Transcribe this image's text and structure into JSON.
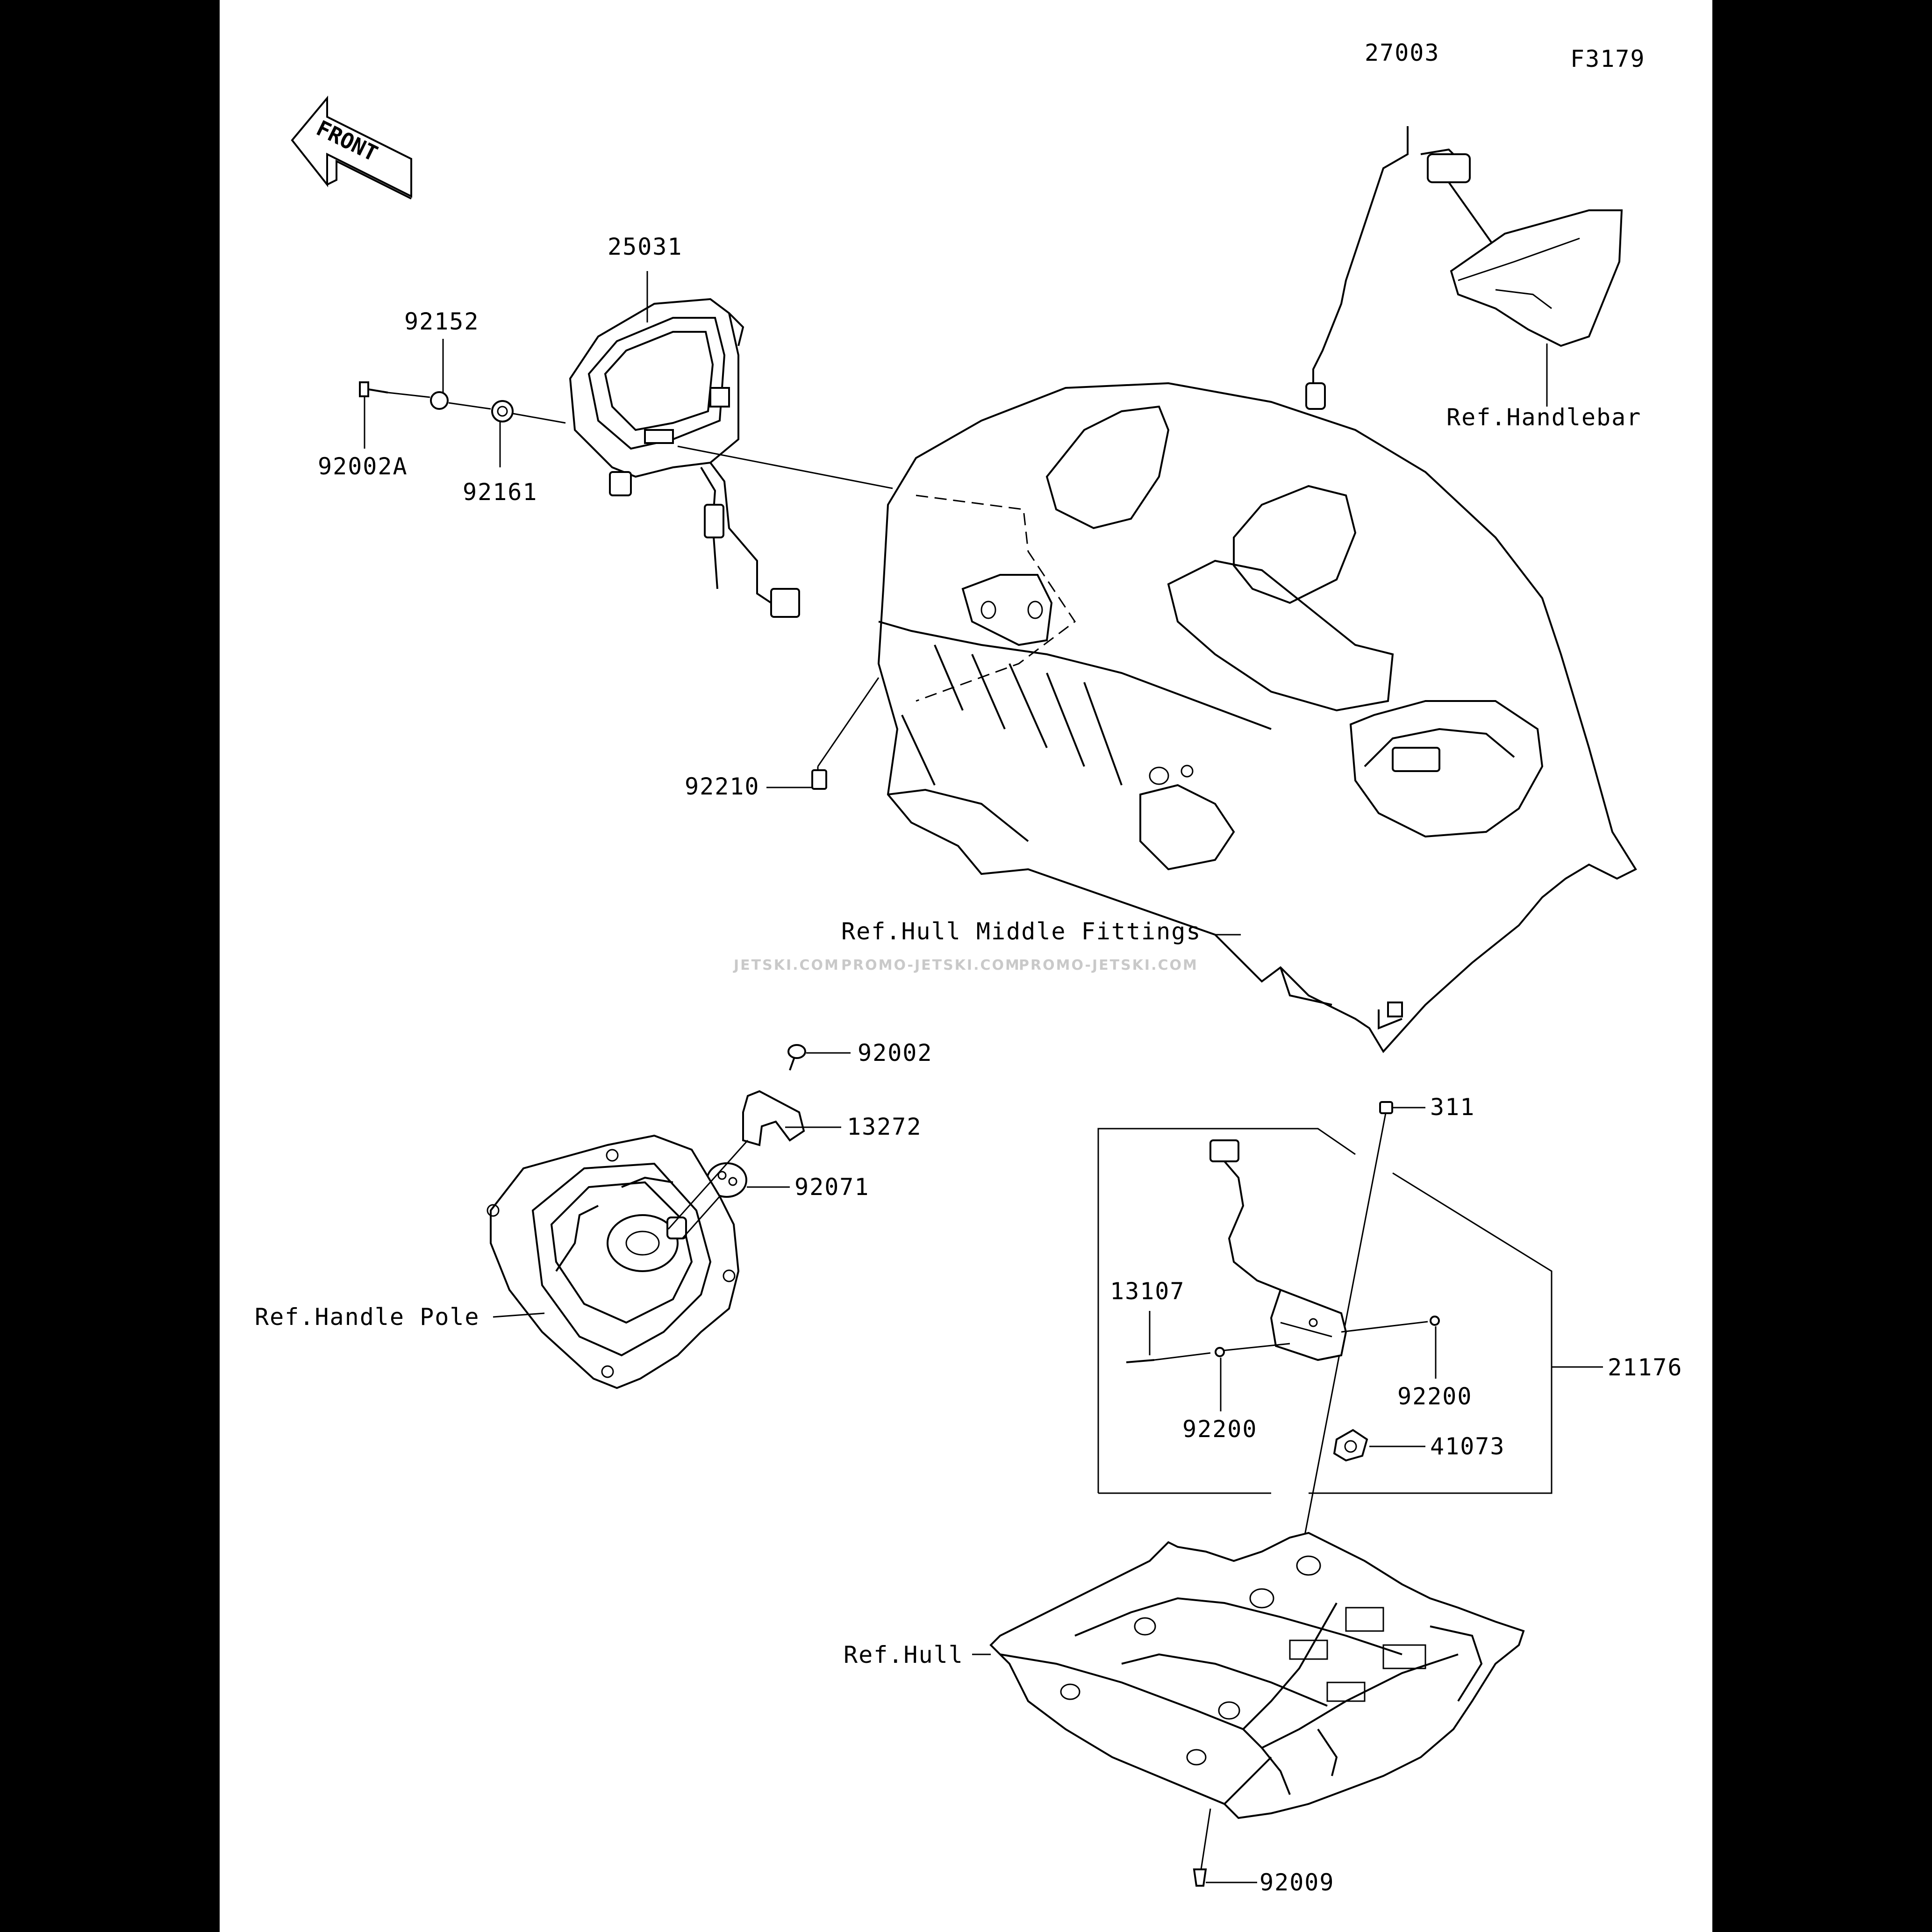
{
  "figure_code": "F3179",
  "front_label": "FRONT",
  "watermark": [
    "JETSKI.COM",
    "PROMO-JETSKI.COM",
    "PROMO-JETSKI.COM"
  ],
  "parts": {
    "p27003": "27003",
    "p25031": "25031",
    "p92152": "92152",
    "p92002A": "92002A",
    "p92161": "92161",
    "p92210": "92210",
    "p92002": "92002",
    "p13272": "13272",
    "p92071": "92071",
    "p311": "311",
    "p13107": "13107",
    "p21176": "21176",
    "p92200a": "92200",
    "p92200b": "92200",
    "p41073": "41073",
    "p92009": "92009"
  },
  "refs": {
    "handlebar": "Ref.Handlebar",
    "hull_middle": "Ref.Hull Middle Fittings",
    "handle_pole": "Ref.Handle Pole",
    "hull": "Ref.Hull"
  }
}
